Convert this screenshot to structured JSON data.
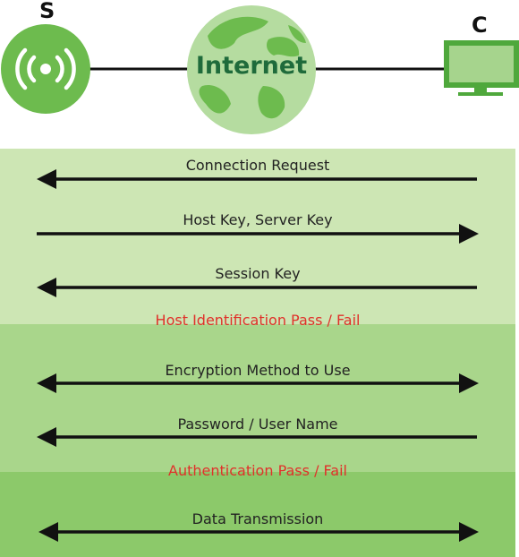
{
  "colors": {
    "band_light": "#cde6b4",
    "band_medium": "#a9d68b",
    "band_dark": "#8cc96a",
    "node_green": "#6dbb4e",
    "globe_green": "#b5dca0",
    "result_red": "#e0312a",
    "arrow": "#111111"
  },
  "nodes": {
    "server_label": "S",
    "client_label": "C",
    "internet_label": "Internet",
    "server_icon": "wireless-signal-icon",
    "internet_icon": "globe-icon",
    "client_icon": "computer-monitor-icon"
  },
  "messages": [
    {
      "label": "Connection Request",
      "direction": "left"
    },
    {
      "label": "Host Key, Server Key",
      "direction": "right"
    },
    {
      "label": "Session Key",
      "direction": "left"
    },
    {
      "label": "Encryption Method to Use",
      "direction": "both"
    },
    {
      "label": "Password / User Name",
      "direction": "left"
    },
    {
      "label": "Data Transmission",
      "direction": "both"
    }
  ],
  "results": [
    {
      "label": "Host Identification Pass / Fail"
    },
    {
      "label": "Authentication Pass / Fail"
    }
  ]
}
